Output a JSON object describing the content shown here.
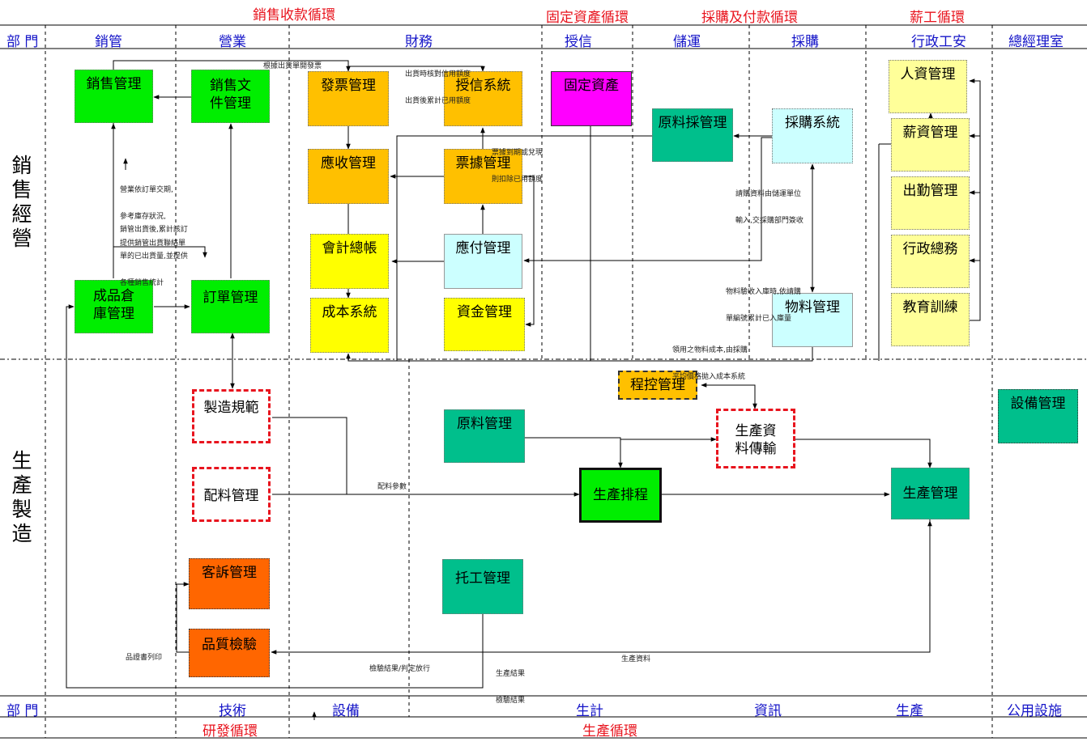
{
  "cycles_top": [
    {
      "id": "sales",
      "label": "銷售收款循環"
    },
    {
      "id": "fixed",
      "label": "固定資產循環"
    },
    {
      "id": "purchase",
      "label": "採購及付款循環"
    },
    {
      "id": "payroll",
      "label": "薪工循環"
    }
  ],
  "cycles_bottom": [
    {
      "id": "rnd",
      "label": "研發循環"
    },
    {
      "id": "production",
      "label": "生產循環"
    }
  ],
  "departments_top": [
    "部 門",
    "銷管",
    "營業",
    "財務",
    "授信",
    "儲運",
    "採購",
    "行政工安",
    "總經理室"
  ],
  "departments_bottom": [
    "部 門",
    "技術",
    "設備",
    "生計",
    "資訊",
    "生產",
    "公用設施"
  ],
  "sections": {
    "sales": "銷售經營",
    "manufacturing": "生產製造"
  },
  "colors": {
    "green": "#00ee00",
    "gold": "#ffc000",
    "magenta": "#ff00ff",
    "teal": "#00bf8c",
    "cyan": "#ccffff",
    "yellow": "#ffff00",
    "pale_yellow": "#ffff99",
    "orange": "#ff6600",
    "red": "#e8141e",
    "blue": "#1414c8"
  },
  "modules": {
    "sales_mgmt": "銷售管理",
    "sales_docs": "銷售文件管理",
    "invoice": "發票管理",
    "credit": "授信系統",
    "fixed_assets": "固定資產",
    "raw_purchase": "原料採管理",
    "purchase_sys": "採購系統",
    "hr": "人資管理",
    "salary": "薪資管理",
    "attendance": "出勤管理",
    "admin": "行政總務",
    "training": "教育訓練",
    "receivable": "應收管理",
    "notes": "票據管理",
    "accounting": "會計總帳",
    "payable": "應付管理",
    "fg_warehouse": "成品倉庫管理",
    "order": "訂單管理",
    "cost": "成本系統",
    "funds": "資金管理",
    "material": "物料管理",
    "process_ctrl": "程控管理",
    "mfg_spec": "製造規範",
    "raw_mgmt": "原料管理",
    "prod_data": "生產資料傳輸",
    "equipment": "設備管理",
    "batching": "配料管理",
    "scheduling": "生產排程",
    "production": "生產管理",
    "complaint": "客訴管理",
    "outsourcing": "托工管理",
    "qc": "品質檢驗"
  },
  "annotations": {
    "a1": "根據出貨單開發票",
    "a2": [
      "出貨時核對信用額度",
      "出貨後累計已用額度"
    ],
    "a3": [
      "票據到期或兌現",
      "則扣除已用額度"
    ],
    "a4": [
      "營業依訂單交期,",
      "參考庫存狀況,",
      "提供銷管出貨聯絡單"
    ],
    "a5": [
      "銷管出貨後,累計該訂",
      "單的已出貨量,並提供",
      "各種銷售統計"
    ],
    "a6": [
      "請購資料由儲運單位",
      "輸入,交採購部門簽收"
    ],
    "a7": [
      "物料驗收入庫時,依請購",
      "單編號累計已入庫量"
    ],
    "a8": [
      "領用之物料成本,由採購",
      "平均價格拋入成本系統"
    ],
    "a9": "配料參數",
    "a10": "品證書列印",
    "a11": "檢驗結果/判定放行",
    "a12": [
      "生產結果",
      "檢驗結果"
    ],
    "a13": "生產資料"
  }
}
